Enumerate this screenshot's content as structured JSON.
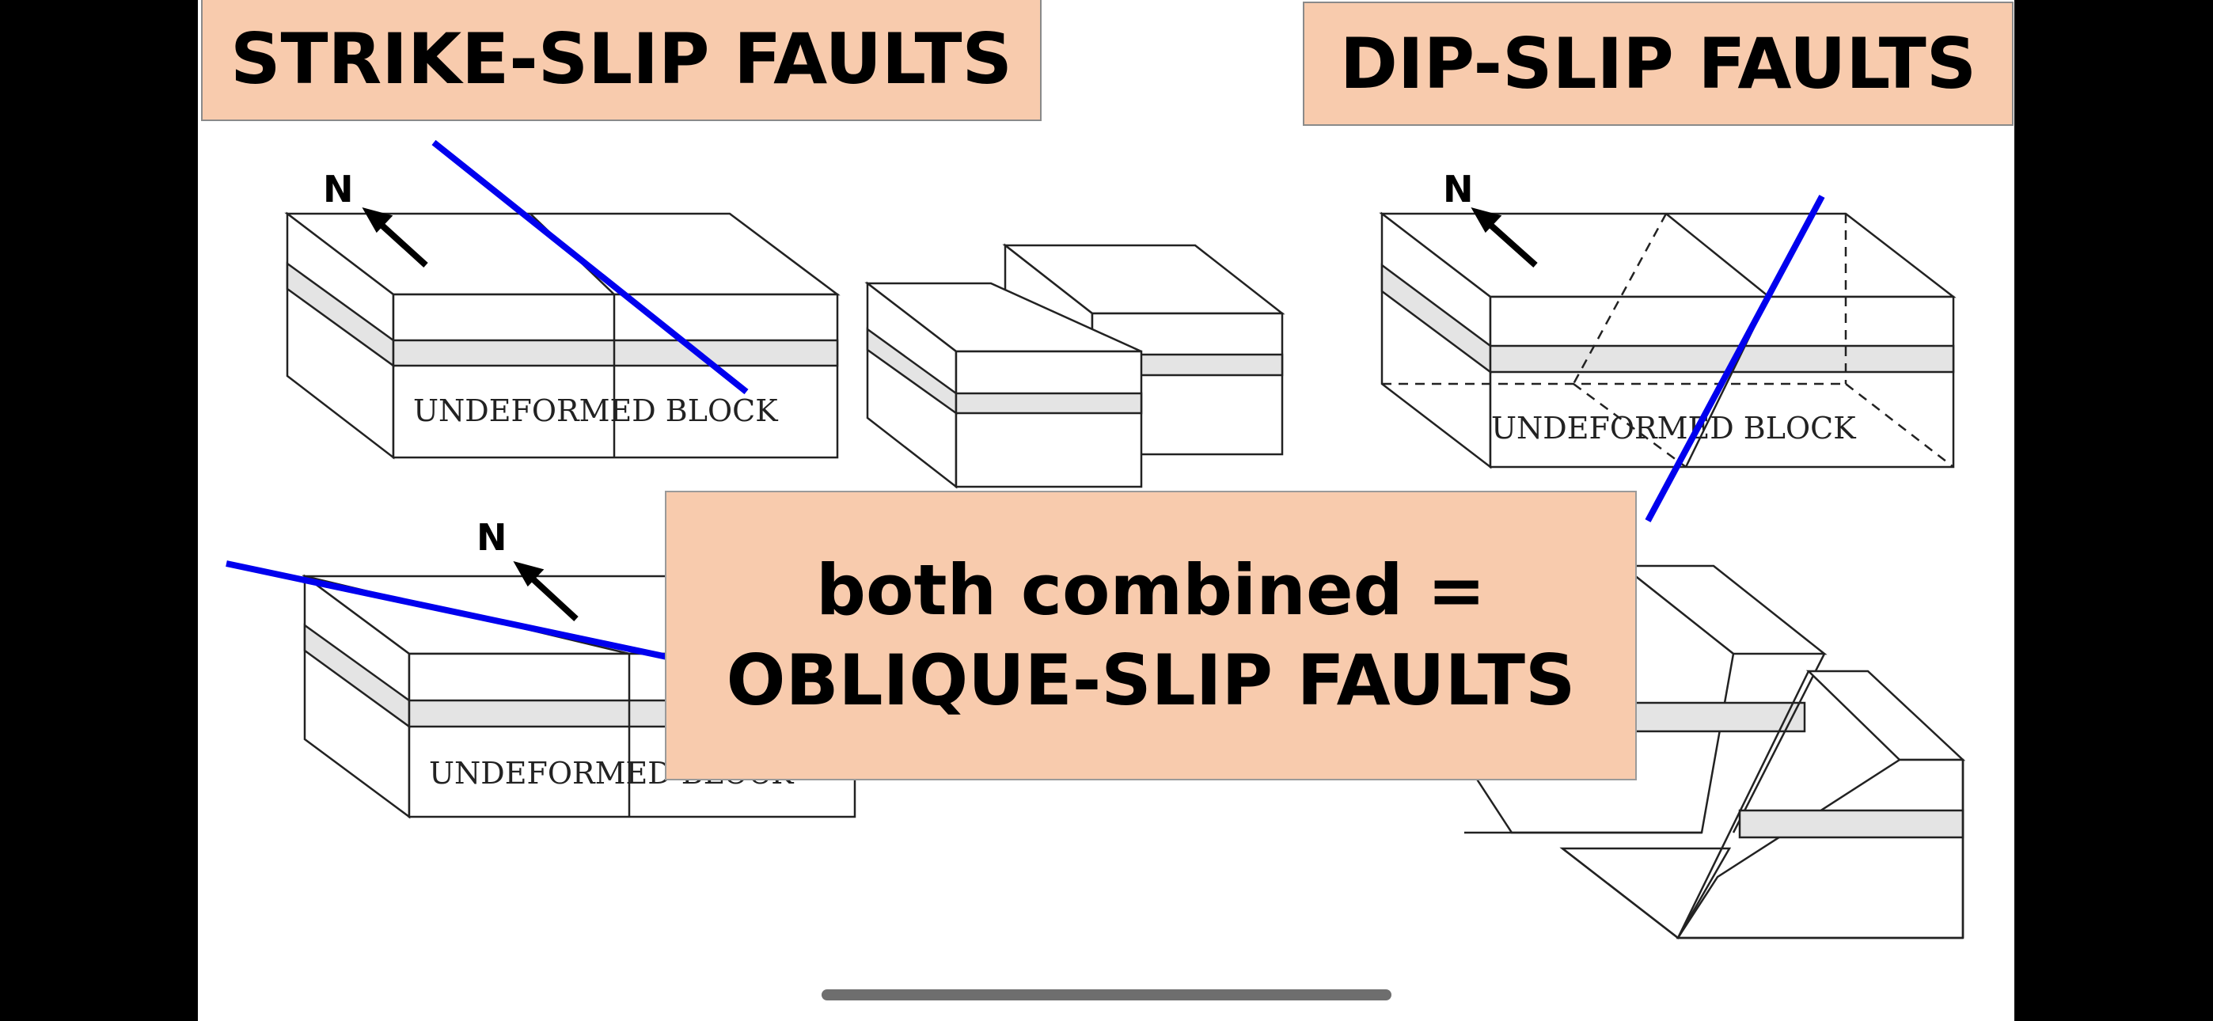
{
  "titles": {
    "strike_slip": "STRIKE-SLIP FAULTS",
    "dip_slip": "DIP-SLIP FAULTS"
  },
  "labels": {
    "north": "N",
    "undeformed_block": "UNDEFORMED BLOCK"
  },
  "combined": {
    "line1": "both combined =",
    "line2": "OBLIQUE-SLIP FAULTS"
  },
  "colors": {
    "title_box_fill": "#f8cbad",
    "fault_line": "#0000ee",
    "layer_band": "#e4e4e4"
  },
  "icons": {
    "north_arrow": "north-arrow-icon"
  }
}
